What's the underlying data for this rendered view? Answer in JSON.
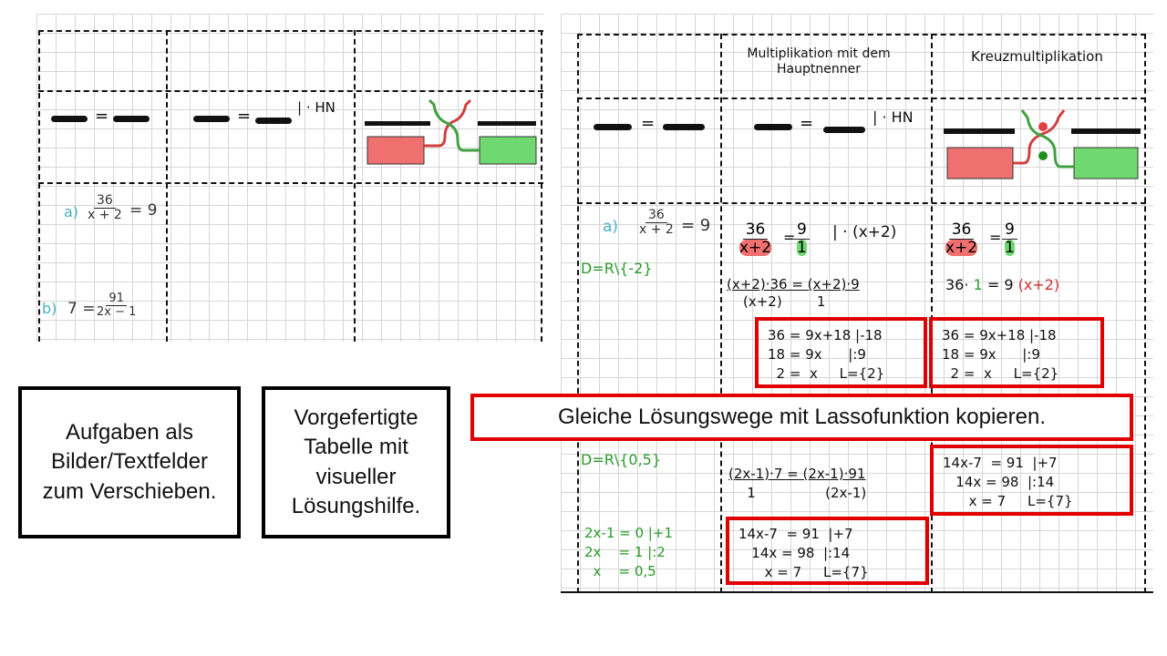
{
  "left_image": {
    "col3_hint": "| · HN",
    "task_a": {
      "label": "a)",
      "numerator": "36",
      "denominator": "x + 2",
      "rhs": "= 9"
    },
    "task_b": {
      "label": "b)",
      "lhs": "7 =",
      "numerator": "91",
      "denominator": "2x − 1"
    }
  },
  "right_image": {
    "header_col2": "Multiplikation mit dem Hauptnenner",
    "header_col3": "Kreuzmultiplikation",
    "hint_col2": "| · HN",
    "task_a": {
      "label": "a)",
      "numerator": "36",
      "denominator": "x + 2",
      "rhs": "= 9",
      "domain": "D=R\\{-2}"
    },
    "col2_a": {
      "n1": "36",
      "d1": "x+2",
      "eq": "=",
      "n2": "9",
      "d2": "1",
      "op": "| · (x+2)",
      "line2": "(x+2)·36 = (x+2)·9",
      "line2_den": "(x+2)        1"
    },
    "col3_a": {
      "n1": "36",
      "d1": "x+2",
      "eq": "=",
      "n2": "9",
      "d2": "1",
      "line2a": "36·",
      "line2b": "1",
      "line2c": "= 9",
      "line2d": "(x+2)"
    },
    "solution_a": [
      "36 = 9x+18 |-18",
      "18 = 9x      |:9",
      "  2 =  x     L={2}"
    ],
    "task_b": {
      "domain": "D=R\\{0,5}",
      "steps": [
        "2x-1 = 0 |+1",
        "2x    = 1 |:2",
        "  x    = 0,5"
      ]
    },
    "col2_b": {
      "line": "(2x-1)·7  =  (2x-1)·91",
      "den": "   1                (2x-1)"
    },
    "solution_b": [
      "14x-7  = 91  |+7",
      "   14x = 98  |:14",
      "      x = 7     L={7}"
    ]
  },
  "callouts": {
    "images": "Aufgaben als Bilder/Textfelder zum Verschieben.",
    "table": "Vorgefertigte Tabelle mit visueller Lösungshilfe.",
    "lasso": "Gleiche Lösungswege mit Lassofunktion kopieren."
  },
  "colors": {
    "red": "#e00000",
    "hl_red": "#f07070",
    "hl_green": "#70d870"
  }
}
